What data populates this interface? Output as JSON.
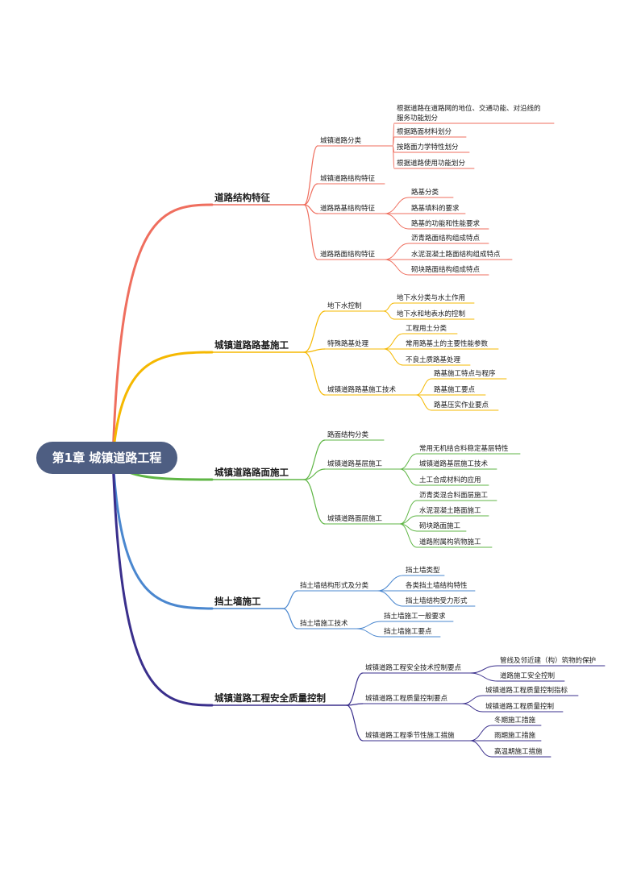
{
  "root": {
    "label": "第1章 城镇道路工程",
    "color": "#4e5e82"
  },
  "branches": [
    {
      "key": "b1",
      "label": "道路结构特征",
      "color": "#ef6e5e",
      "children": [
        {
          "key": "b1c1",
          "label": "城镇道路分类",
          "children": [
            {
              "key": "b1c1g1",
              "lines": [
                "根据道路在道路网的地位、交通功能、对沿线的",
                "服务功能划分"
              ]
            },
            {
              "key": "b1c1g2",
              "lines": [
                "根据路面材料划分"
              ]
            },
            {
              "key": "b1c1g3",
              "lines": [
                "按路面力学特性划分"
              ]
            },
            {
              "key": "b1c1g4",
              "lines": [
                "根据道路使用功能划分"
              ]
            }
          ]
        },
        {
          "key": "b1c2",
          "label": "城镇道路结构特征",
          "children": []
        },
        {
          "key": "b1c3",
          "label": "道路路基结构特征",
          "children": [
            {
              "key": "b1c3g1",
              "lines": [
                "路基分类"
              ]
            },
            {
              "key": "b1c3g2",
              "lines": [
                "路基填料的要求"
              ]
            },
            {
              "key": "b1c3g3",
              "lines": [
                "路基的功能和性能要求"
              ]
            }
          ]
        },
        {
          "key": "b1c4",
          "label": "道路路面结构特征",
          "children": [
            {
              "key": "b1c4g1",
              "lines": [
                "沥青路面结构组成特点"
              ]
            },
            {
              "key": "b1c4g2",
              "lines": [
                "水泥混凝土路面结构组成特点"
              ]
            },
            {
              "key": "b1c4g3",
              "lines": [
                "砌块路面结构组成特点"
              ]
            }
          ]
        }
      ]
    },
    {
      "key": "b2",
      "label": "城镇道路路基施工",
      "color": "#f5b800",
      "children": [
        {
          "key": "b2c1",
          "label": "地下水控制",
          "children": [
            {
              "key": "b2c1g1",
              "lines": [
                "地下水分类与水土作用"
              ]
            },
            {
              "key": "b2c1g2",
              "lines": [
                "地下水和地表水的控制"
              ]
            }
          ]
        },
        {
          "key": "b2c2",
          "label": "特殊路基处理",
          "children": [
            {
              "key": "b2c2g1",
              "lines": [
                "工程用土分类"
              ]
            },
            {
              "key": "b2c2g2",
              "lines": [
                "常用路基土的主要性能参数"
              ]
            },
            {
              "key": "b2c2g3",
              "lines": [
                "不良土质路基处理"
              ]
            }
          ]
        },
        {
          "key": "b2c3",
          "label": "城镇道路路基施工技术",
          "children": [
            {
              "key": "b2c3g1",
              "lines": [
                "路基施工特点与程序"
              ]
            },
            {
              "key": "b2c3g2",
              "lines": [
                "路基施工要点"
              ]
            },
            {
              "key": "b2c3g3",
              "lines": [
                "路基压实作业要点"
              ]
            }
          ]
        }
      ]
    },
    {
      "key": "b3",
      "label": "城镇道路路面施工",
      "color": "#5fb645",
      "children": [
        {
          "key": "b3c1",
          "label": "路面结构分类",
          "children": []
        },
        {
          "key": "b3c2",
          "label": "城镇道路基层施工",
          "children": [
            {
              "key": "b3c2g1",
              "lines": [
                "常用无机结合料稳定基层特性"
              ]
            },
            {
              "key": "b3c2g2",
              "lines": [
                "城镇道路基层施工技术"
              ]
            },
            {
              "key": "b3c2g3",
              "lines": [
                "土工合成材料的应用"
              ]
            }
          ]
        },
        {
          "key": "b3c3",
          "label": "城镇道路面层施工",
          "children": [
            {
              "key": "b3c3g1",
              "lines": [
                "沥青类混合料面层施工"
              ]
            },
            {
              "key": "b3c3g2",
              "lines": [
                "水泥混凝土路面施工"
              ]
            },
            {
              "key": "b3c3g3",
              "lines": [
                "砌块路面施工"
              ]
            },
            {
              "key": "b3c3g4",
              "lines": [
                "道路附属构筑物施工"
              ]
            }
          ]
        }
      ]
    },
    {
      "key": "b4",
      "label": "挡土墙施工",
      "color": "#4a87cf",
      "children": [
        {
          "key": "b4c1",
          "label": "挡土墙结构形式及分类",
          "children": [
            {
              "key": "b4c1g1",
              "lines": [
                "挡土墙类型"
              ]
            },
            {
              "key": "b4c1g2",
              "lines": [
                "各类挡土墙结构特性"
              ]
            },
            {
              "key": "b4c1g3",
              "lines": [
                "挡土墙结构受力形式"
              ]
            }
          ]
        },
        {
          "key": "b4c2",
          "label": "挡土墙施工技术",
          "children": [
            {
              "key": "b4c2g1",
              "lines": [
                "挡土墙施工一般要求"
              ]
            },
            {
              "key": "b4c2g2",
              "lines": [
                "挡土墙施工要点"
              ]
            }
          ]
        }
      ]
    },
    {
      "key": "b5",
      "label": "城镇道路工程安全质量控制",
      "color": "#3a2f8c",
      "children": [
        {
          "key": "b5c1",
          "label": "城镇道路工程安全技术控制要点",
          "children": [
            {
              "key": "b5c1g1",
              "lines": [
                "管线及邻近建（构）筑物的保护"
              ]
            },
            {
              "key": "b5c1g2",
              "lines": [
                "道路施工安全控制"
              ]
            }
          ]
        },
        {
          "key": "b5c2",
          "label": "城镇道路工程质量控制要点",
          "children": [
            {
              "key": "b5c2g1",
              "lines": [
                "城镇道路工程质量控制指标"
              ]
            },
            {
              "key": "b5c2g2",
              "lines": [
                "城镇道路工程质量控制"
              ]
            }
          ]
        },
        {
          "key": "b5c3",
          "label": "城镇道路工程季节性施工措施",
          "children": [
            {
              "key": "b5c3g1",
              "lines": [
                "冬期施工措施"
              ]
            },
            {
              "key": "b5c3g2",
              "lines": [
                "雨期施工措施"
              ]
            },
            {
              "key": "b5c3g3",
              "lines": [
                "高温期施工措施"
              ]
            }
          ]
        }
      ]
    }
  ]
}
